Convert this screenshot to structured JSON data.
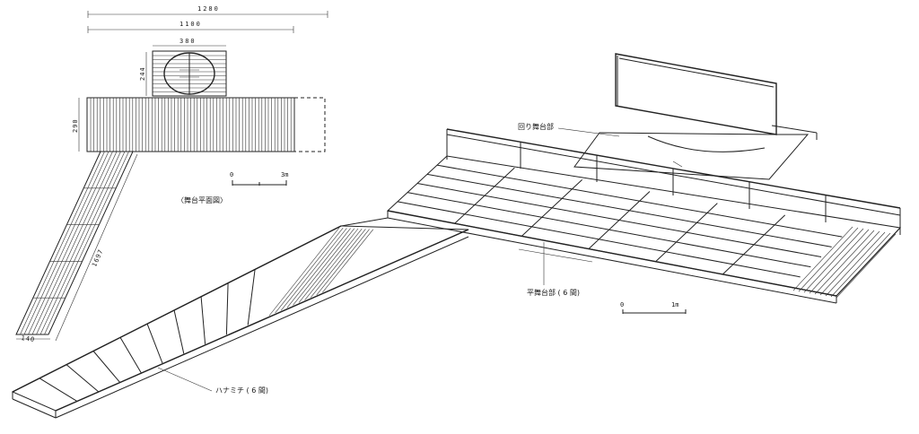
{
  "plan": {
    "dim_total": "1280",
    "dim_main": "1100",
    "dim_turntable_w": "380",
    "dim_turntable_h": "244",
    "dim_stage_h": "290",
    "dim_hanamichi_len": "1697",
    "dim_hanamichi_w": "140",
    "scale_start": "0",
    "scale_end": "3m",
    "caption": "〈舞台平面図〉"
  },
  "iso": {
    "label_revolving": "回り舞台部",
    "label_flat_stage": "平舞台部 ( 6 間)",
    "label_hanamichi": "ハナミチ ( 6 間)",
    "scale_start": "0",
    "scale_end": "1m"
  }
}
